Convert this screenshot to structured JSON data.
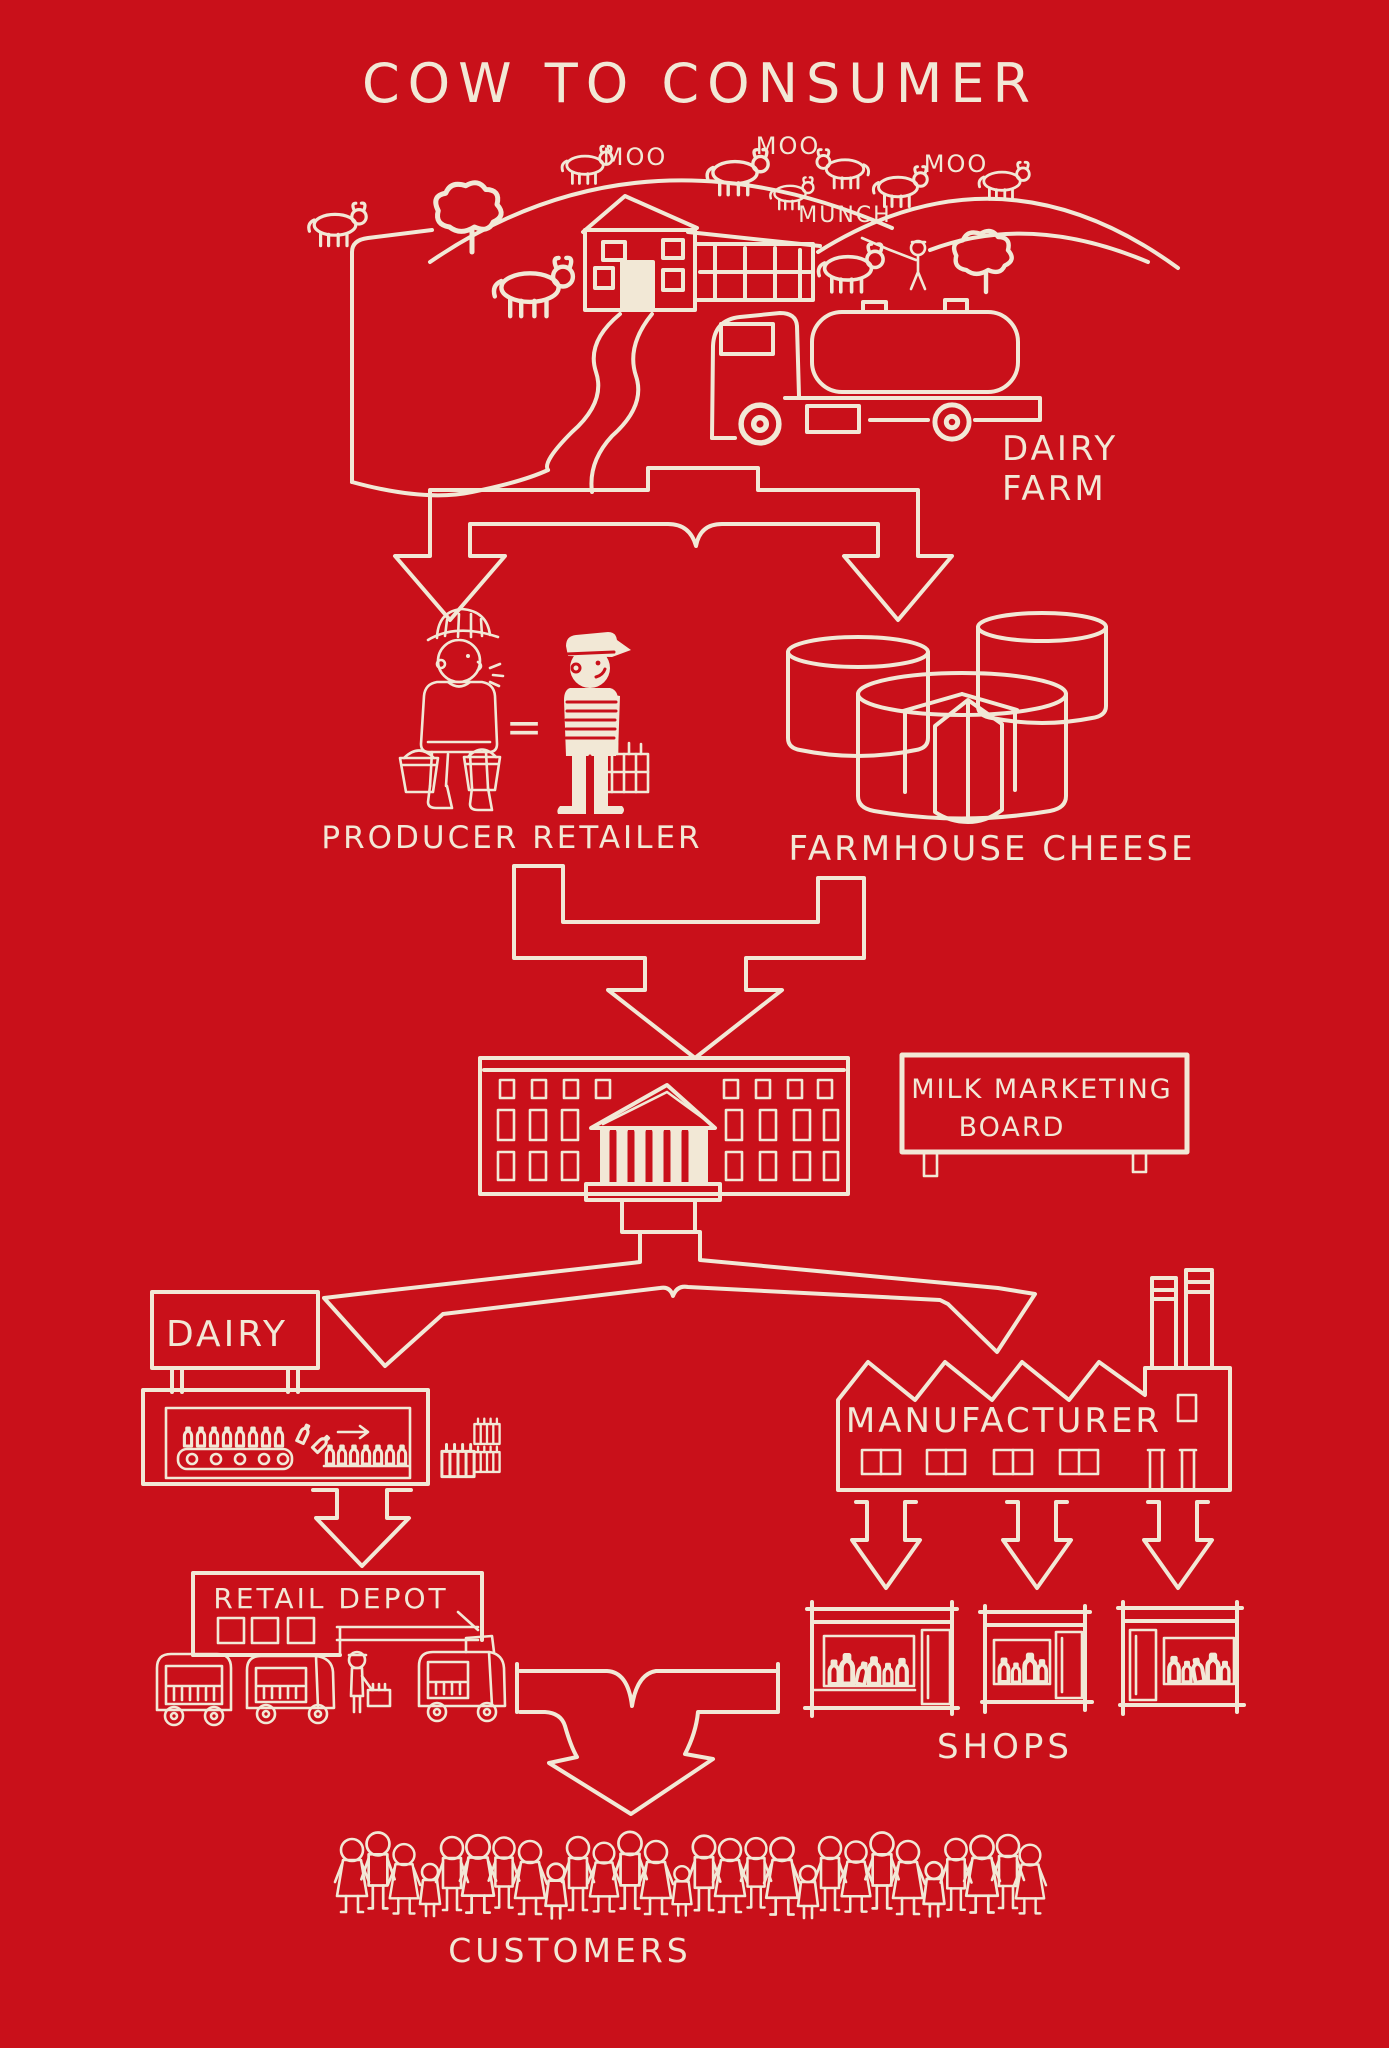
{
  "colors": {
    "background": "#c9101a",
    "ink": "#f2e8d6"
  },
  "title": "COW TO CONSUMER",
  "farm": {
    "sounds": {
      "moo_left": "MOO",
      "moo_middle": "MOO",
      "moo_right": "MOO",
      "munch": "MUNCH"
    },
    "label": {
      "line1": "DAIRY",
      "line2": "FARM"
    }
  },
  "producer_retailer": {
    "label": "PRODUCER RETAILER",
    "equals_sign": "="
  },
  "farmhouse_cheese": {
    "label": "FARMHOUSE CHEESE"
  },
  "milk_marketing_board": {
    "sign_line1": "MILK MARKETING",
    "sign_line2": "BOARD"
  },
  "dairy": {
    "sign": "DAIRY"
  },
  "manufacturer": {
    "label": "MANUFACTURER"
  },
  "retail_depot": {
    "label": "RETAIL DEPOT"
  },
  "shops": {
    "label": "SHOPS"
  },
  "customers": {
    "label": "CUSTOMERS"
  }
}
